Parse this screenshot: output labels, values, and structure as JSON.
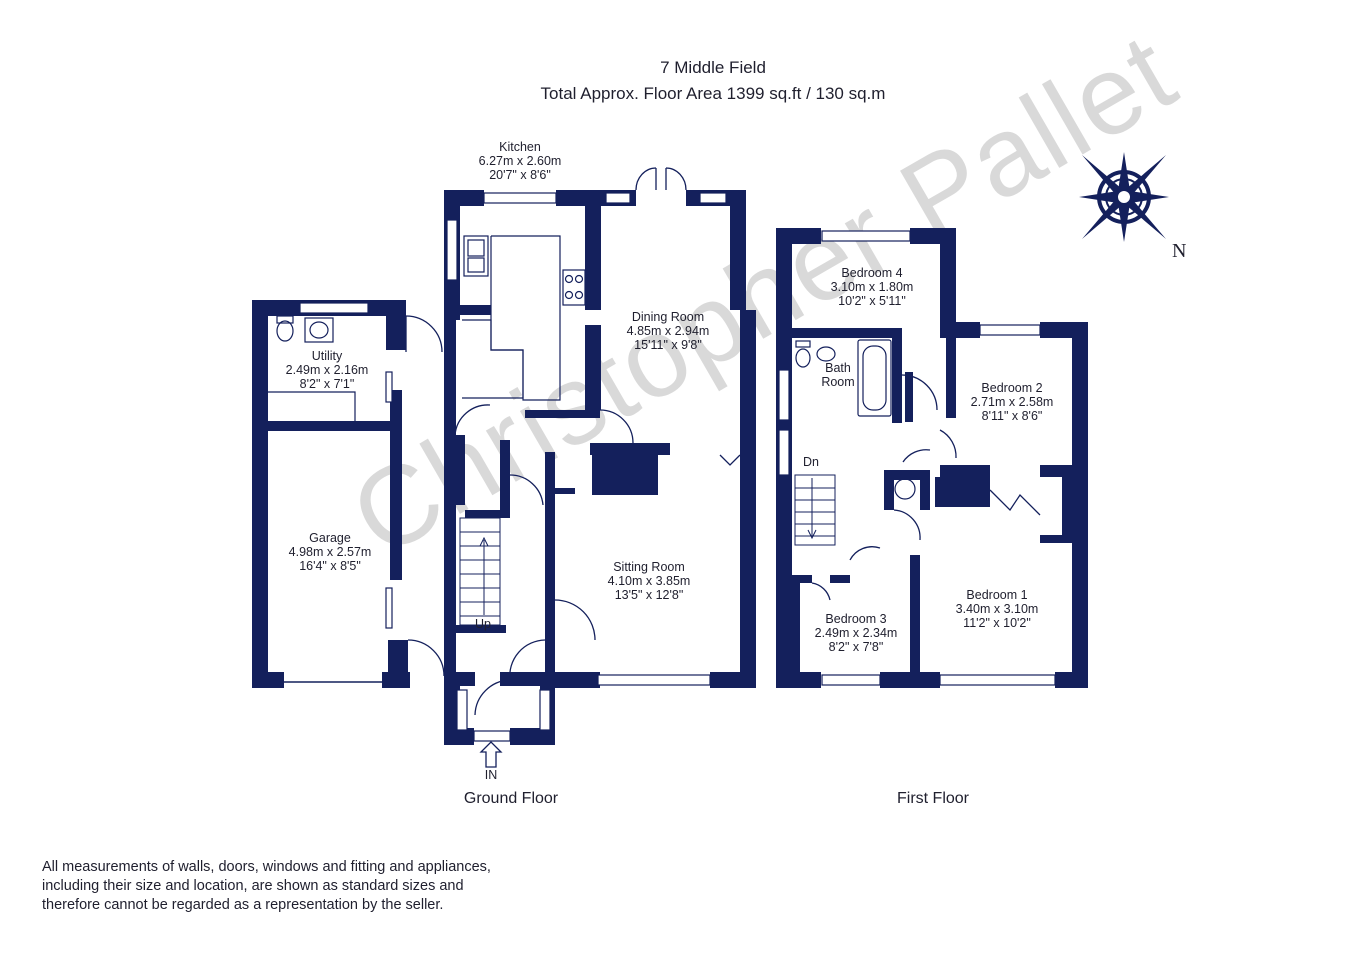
{
  "header": {
    "address": "7 Middle Field",
    "area": "Total Approx. Floor Area 1399 sq.ft / 130 sq.m"
  },
  "watermark": "Christopher Pallet",
  "compass": {
    "north_label": "N",
    "icon": "compass-rose-icon"
  },
  "floors": {
    "ground": {
      "name": "Ground Floor",
      "rooms": {
        "kitchen": {
          "name": "Kitchen",
          "metric": "6.27m x 2.60m",
          "imperial": "20'7\" x 8'6\""
        },
        "dining": {
          "name": "Dining Room",
          "metric": "4.85m x 2.94m",
          "imperial": "15'11\" x 9'8\""
        },
        "utility": {
          "name": "Utility",
          "metric": "2.49m x 2.16m",
          "imperial": "8'2\" x 7'1\""
        },
        "garage": {
          "name": "Garage",
          "metric": "4.98m x 2.57m",
          "imperial": "16'4\" x 8'5\""
        },
        "sitting": {
          "name": "Sitting Room",
          "metric": "4.10m x 3.85m",
          "imperial": "13'5\" x 12'8\""
        }
      },
      "stairs_label": "Up",
      "entrance_label": "IN"
    },
    "first": {
      "name": "First Floor",
      "rooms": {
        "bed4": {
          "name": "Bedroom 4",
          "metric": "3.10m x 1.80m",
          "imperial": "10'2\" x 5'11\""
        },
        "bath": {
          "name_line1": "Bath",
          "name_line2": "Room"
        },
        "bed2": {
          "name": "Bedroom 2",
          "metric": "2.71m x 2.58m",
          "imperial": "8'11\" x 8'6\""
        },
        "bed1": {
          "name": "Bedroom 1",
          "metric": "3.40m x 3.10m",
          "imperial": "11'2\" x 10'2\""
        },
        "bed3": {
          "name": "Bedroom 3",
          "metric": "2.49m x 2.34m",
          "imperial": "8'2\" x 7'8\""
        }
      },
      "stairs_label": "Dn"
    }
  },
  "disclaimer": {
    "line1": "All measurements of walls, doors, windows and fitting and appliances,",
    "line2": "including their size and location, are shown as standard sizes and",
    "line3": "therefore cannot be regarded as a representation by the seller."
  },
  "colors": {
    "wall": "#14205c",
    "text": "#1f1f2e"
  }
}
